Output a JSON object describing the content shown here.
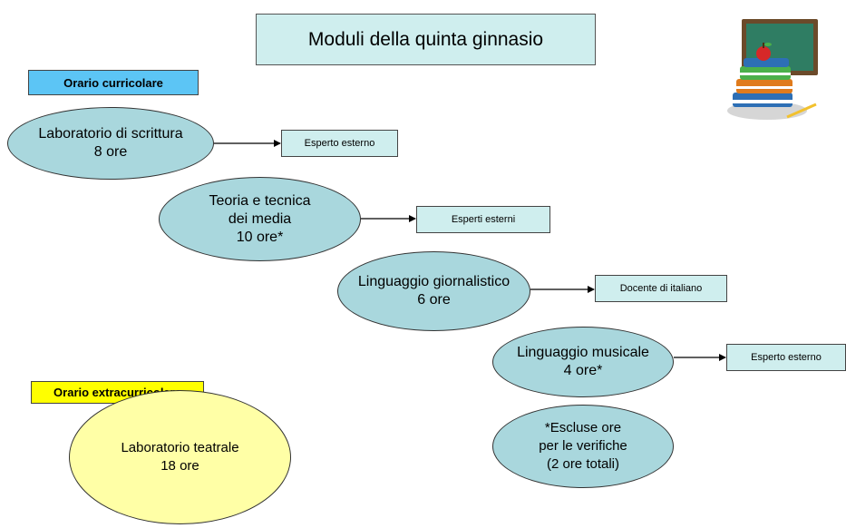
{
  "title": "Moduli della quinta ginnasio",
  "sections": {
    "curricular_label": "Orario curricolare",
    "extracurricular_label": "Orario extracurricolare"
  },
  "modules": [
    {
      "line1": "Laboratorio di scrittura",
      "line2": "8 ore",
      "line3": "",
      "instructor": "Esperto esterno"
    },
    {
      "line1": "Teoria e tecnica",
      "line2": "dei media",
      "line3": "10 ore*",
      "instructor": "Esperti esterni"
    },
    {
      "line1": "Linguaggio giornalistico",
      "line2": "6 ore",
      "line3": "",
      "instructor": "Docente di italiano"
    },
    {
      "line1": "Linguaggio musicale",
      "line2": "4 ore*",
      "line3": "",
      "instructor": "Esperto esterno"
    }
  ],
  "note": {
    "line1": "*Escluse ore",
    "line2": "per le verifiche",
    "line3": "(2 ore totali)"
  },
  "extracurricular_module": {
    "line1": "Laboratorio teatrale",
    "line2": "18 ore"
  },
  "colors": {
    "title_bg": "#cfeeee",
    "ellipse_fill": "#a9d7dd",
    "curricular_tag": "#5cc5f5",
    "extracurricular_tag": "#ffff00",
    "extracurricular_ellipse": "#ffffa6"
  },
  "icons": {
    "illustration": "books-and-chalkboard-icon"
  }
}
